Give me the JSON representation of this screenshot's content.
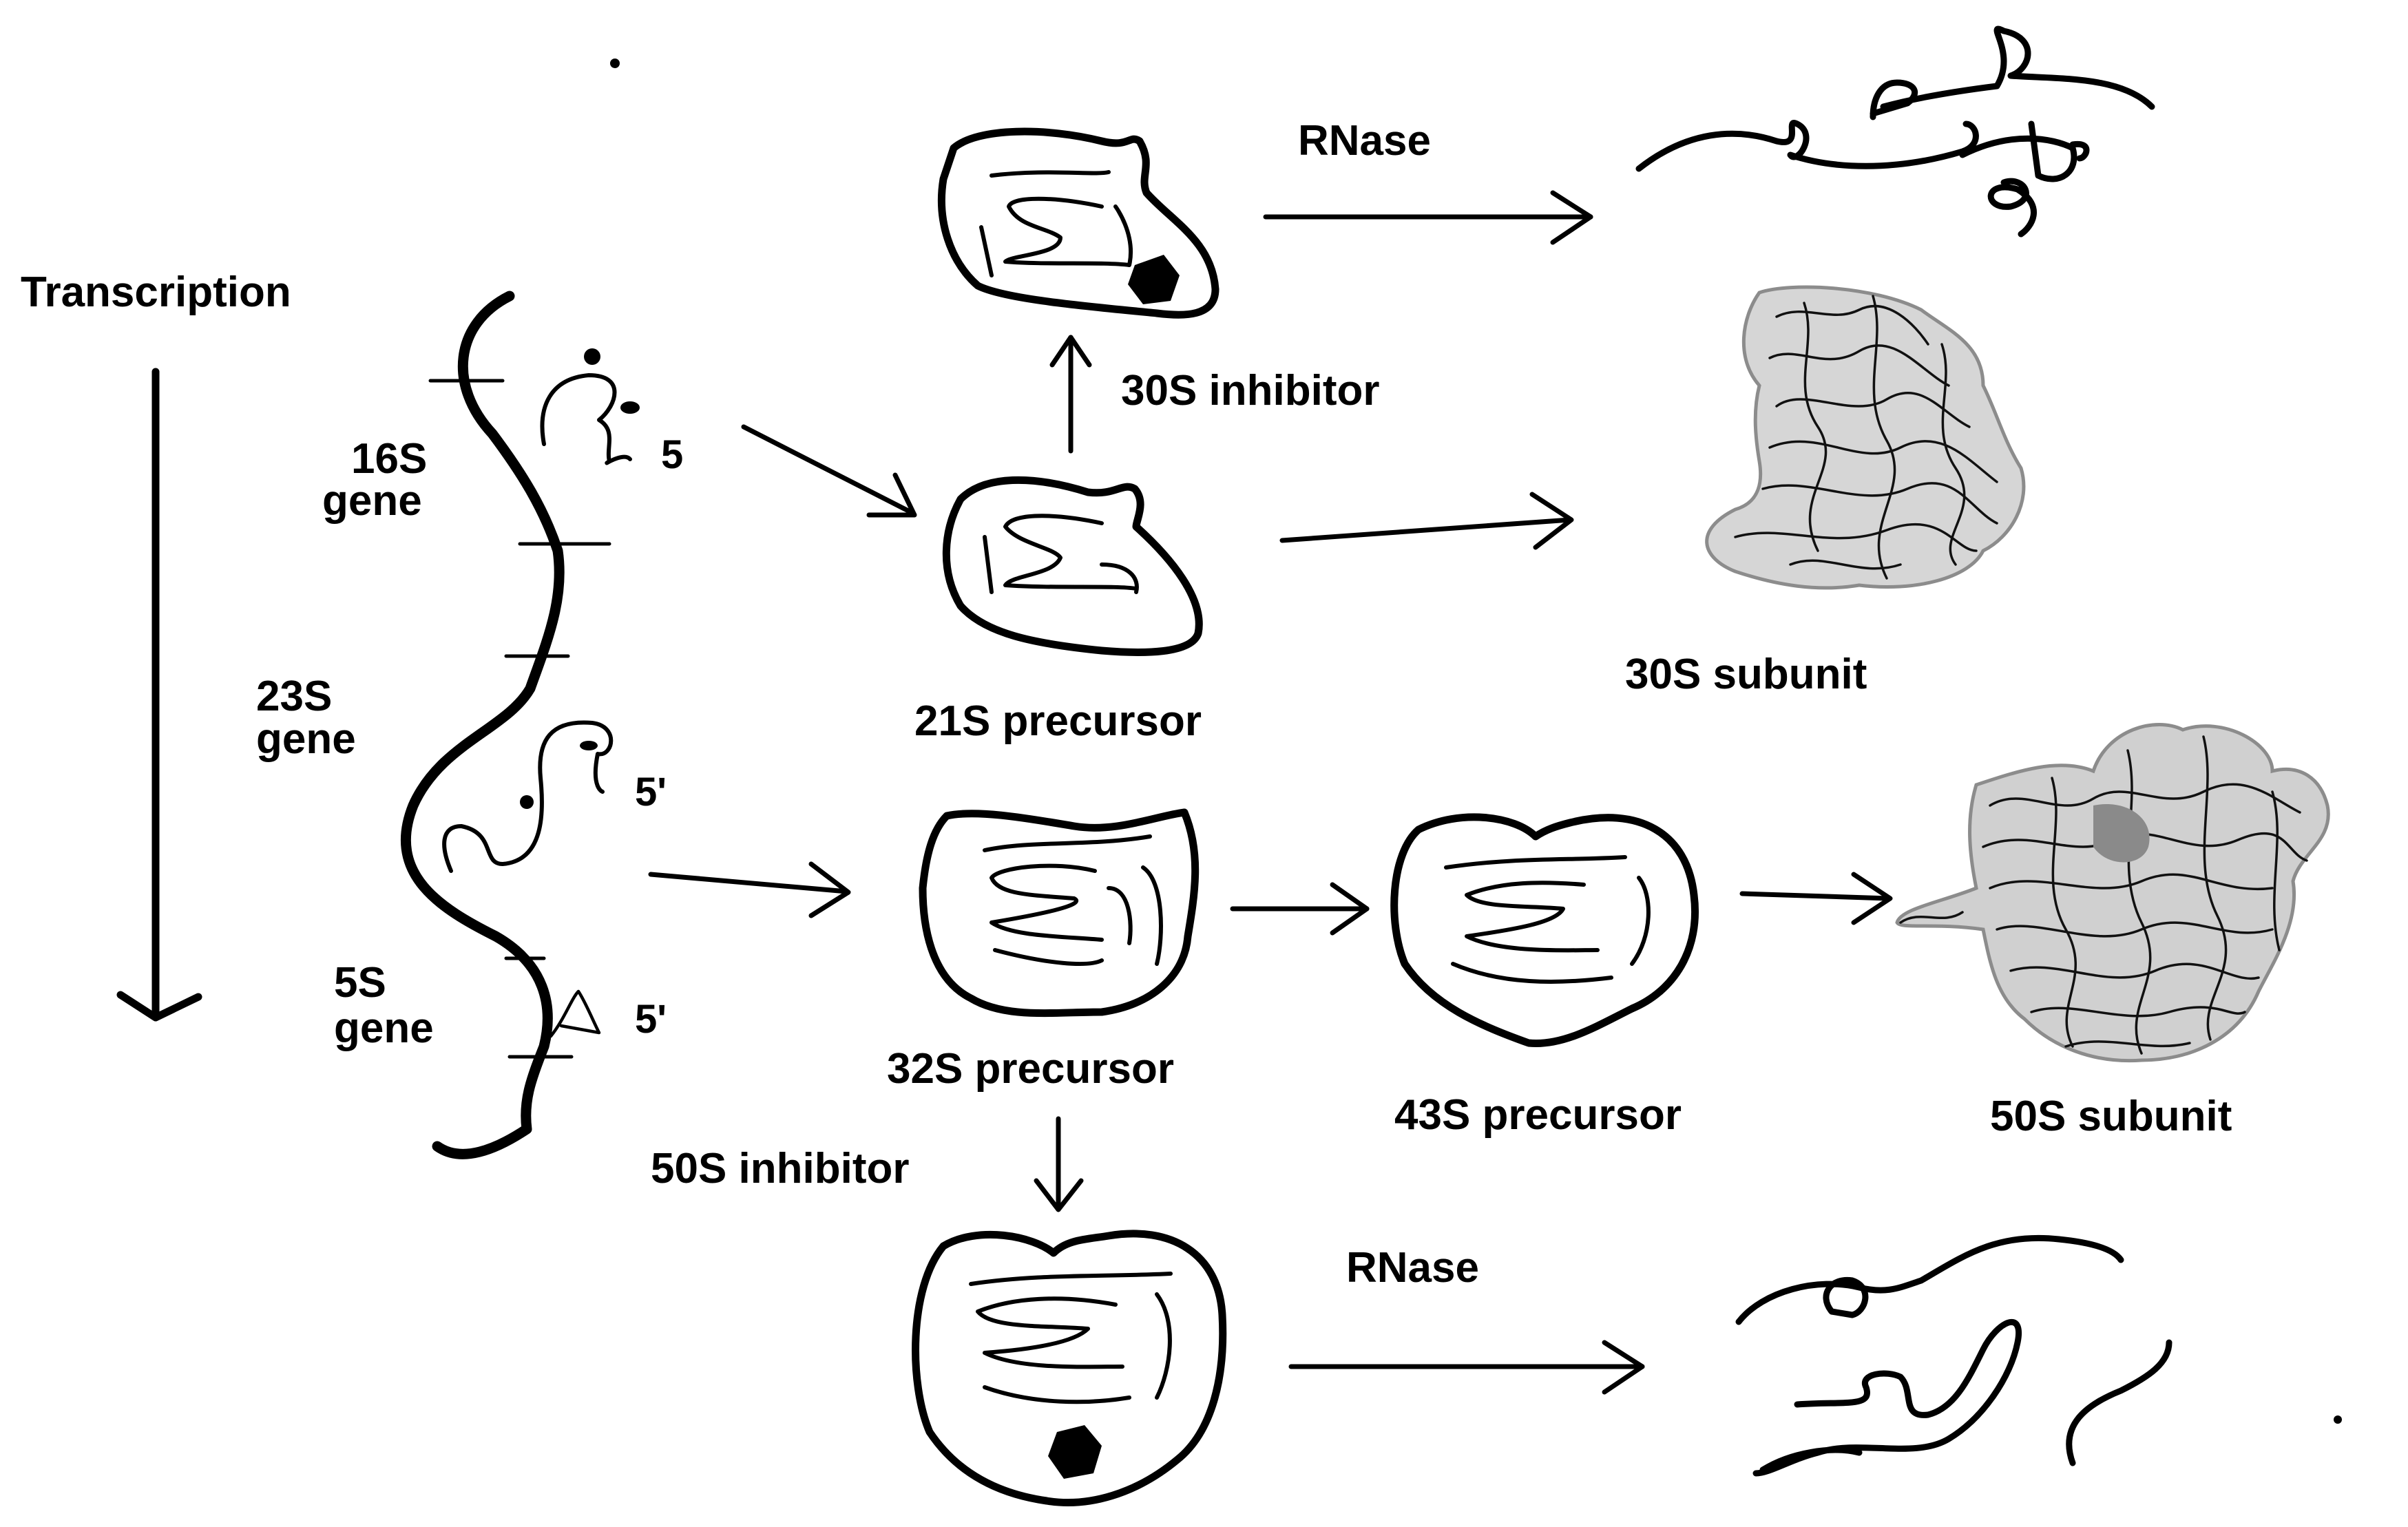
{
  "labels": {
    "transcription": "Transcription",
    "gene_16s_line1": "16S",
    "gene_16s_line2": "gene",
    "gene_23s_line1": "23S",
    "gene_23s_line2": "gene",
    "gene_5s_line1": "5S",
    "gene_5s_line2": "gene",
    "end_16s": "5",
    "end_23s": "5'",
    "end_5s": "5'",
    "rnase_top": "RNase",
    "inhibitor_30s": "30S inhibitor",
    "precursor_21s": "21S precursor",
    "subunit_30s": "30S subunit",
    "precursor_32s": "32S precursor",
    "precursor_43s": "43S precursor",
    "subunit_50s": "50S subunit",
    "inhibitor_50s": "50S inhibitor",
    "rnase_bottom": "RNase"
  },
  "colors": {
    "ink": "#000000",
    "protein_gray": "#8c8c8c",
    "background": "#ffffff"
  }
}
